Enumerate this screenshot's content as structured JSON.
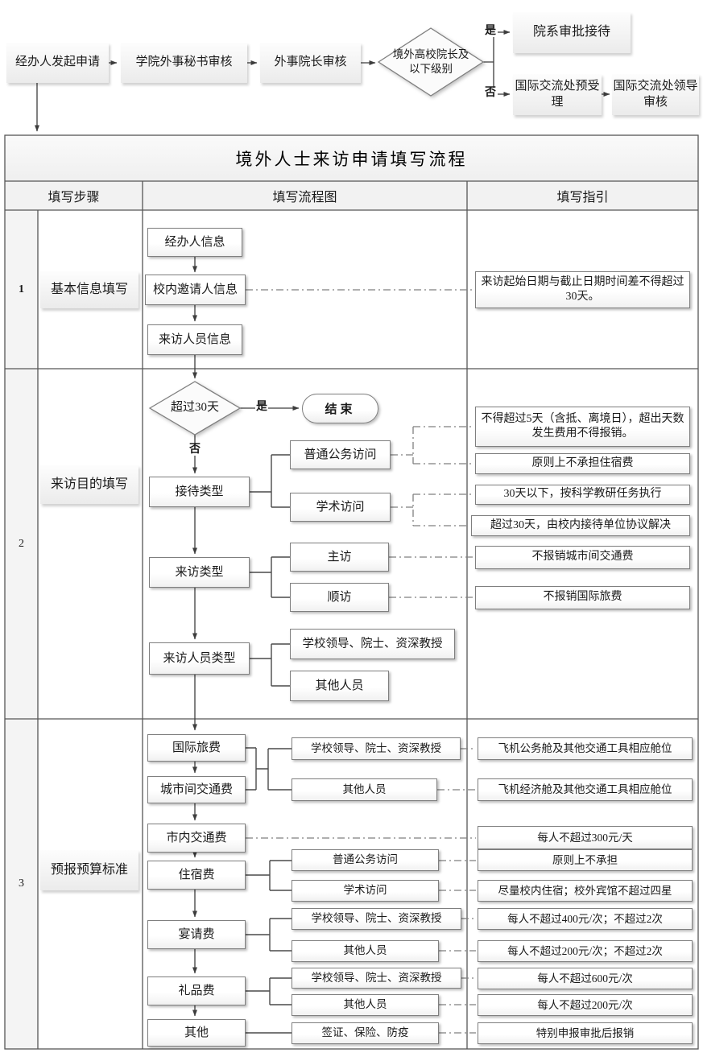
{
  "top_flow": {
    "steps": [
      "经办人发起申请",
      "学院外事秘书审核",
      "外事院长审核"
    ],
    "decision": "境外高校院长及以下级别",
    "yes_label": "是",
    "no_label": "否",
    "yes_branch": "院系审批接待",
    "no_branch_1": "国际交流处预受理",
    "no_branch_2": "国际交流处领导审核"
  },
  "table": {
    "title": "境外人士来访申请填写流程",
    "headers": [
      "填写步骤",
      "填写流程图",
      "填写指引"
    ]
  },
  "row1": {
    "num": "1",
    "label": "基本信息填写",
    "boxes": {
      "jingban": "经办人信息",
      "yaoqing": "校内邀请人信息",
      "laifang": "来访人员信息"
    },
    "guides": {
      "g1": "来访起始日期与截止日期时间差不得超过30天。"
    }
  },
  "row2": {
    "num": "2",
    "label": "来访目的填写",
    "decision": "超过30天",
    "yes_label": "是",
    "no_label": "否",
    "end": "结束",
    "boxes": {
      "jiedai": "接待类型",
      "putong": "普通公务访问",
      "xueshu": "学术访问",
      "laifang": "来访类型",
      "zhufang": "主访",
      "shunfang": "顺访",
      "renyuan": "来访人员类型",
      "lingdao": "学校领导、院士、资深教授",
      "qita": "其他人员"
    },
    "guides": {
      "g1": "不得超过5天（含抵、离境日），超出天数发生费用不得报销。",
      "g2": "原则上不承担住宿费",
      "g3": "30天以下，按科学教研任务执行",
      "g4": "超过30天，由校内接待单位协议解决",
      "g5": "不报销城市间交通费",
      "g6": "不报销国际旅费"
    }
  },
  "row3": {
    "num": "3",
    "label": "预报预算标准",
    "boxes": {
      "guoji": "国际旅费",
      "chengshi": "城市间交通费",
      "lingdao1": "学校领导、院士、资深教授",
      "qita1": "其他人员",
      "shinei": "市内交通费",
      "zhusu": "住宿费",
      "putong": "普通公务访问",
      "xueshu": "学术访问",
      "yanqing": "宴请费",
      "lingdao2": "学校领导、院士、资深教授",
      "qita2": "其他人员",
      "lipin": "礼品费",
      "lingdao3": "学校领导、院士、资深教授",
      "qita3": "其他人员",
      "qitaxiang": "其他",
      "qianzheng": "签证、保险、防疫"
    },
    "guides": {
      "g1": "飞机公务舱及其他交通工具相应舱位",
      "g2": "飞机经济舱及其他交通工具相应舱位",
      "g3": "每人不超过300元/天",
      "g4": "原则上不承担",
      "g5": "尽量校内住宿；校外宾馆不超过四星",
      "g6": "每人不超过400元/次；不超过2次",
      "g7": "每人不超过200元/次；不超过2次",
      "g8": "每人不超过600元/次",
      "g9": "每人不超过200元/次",
      "g10": "特别申报审批后报销"
    }
  }
}
